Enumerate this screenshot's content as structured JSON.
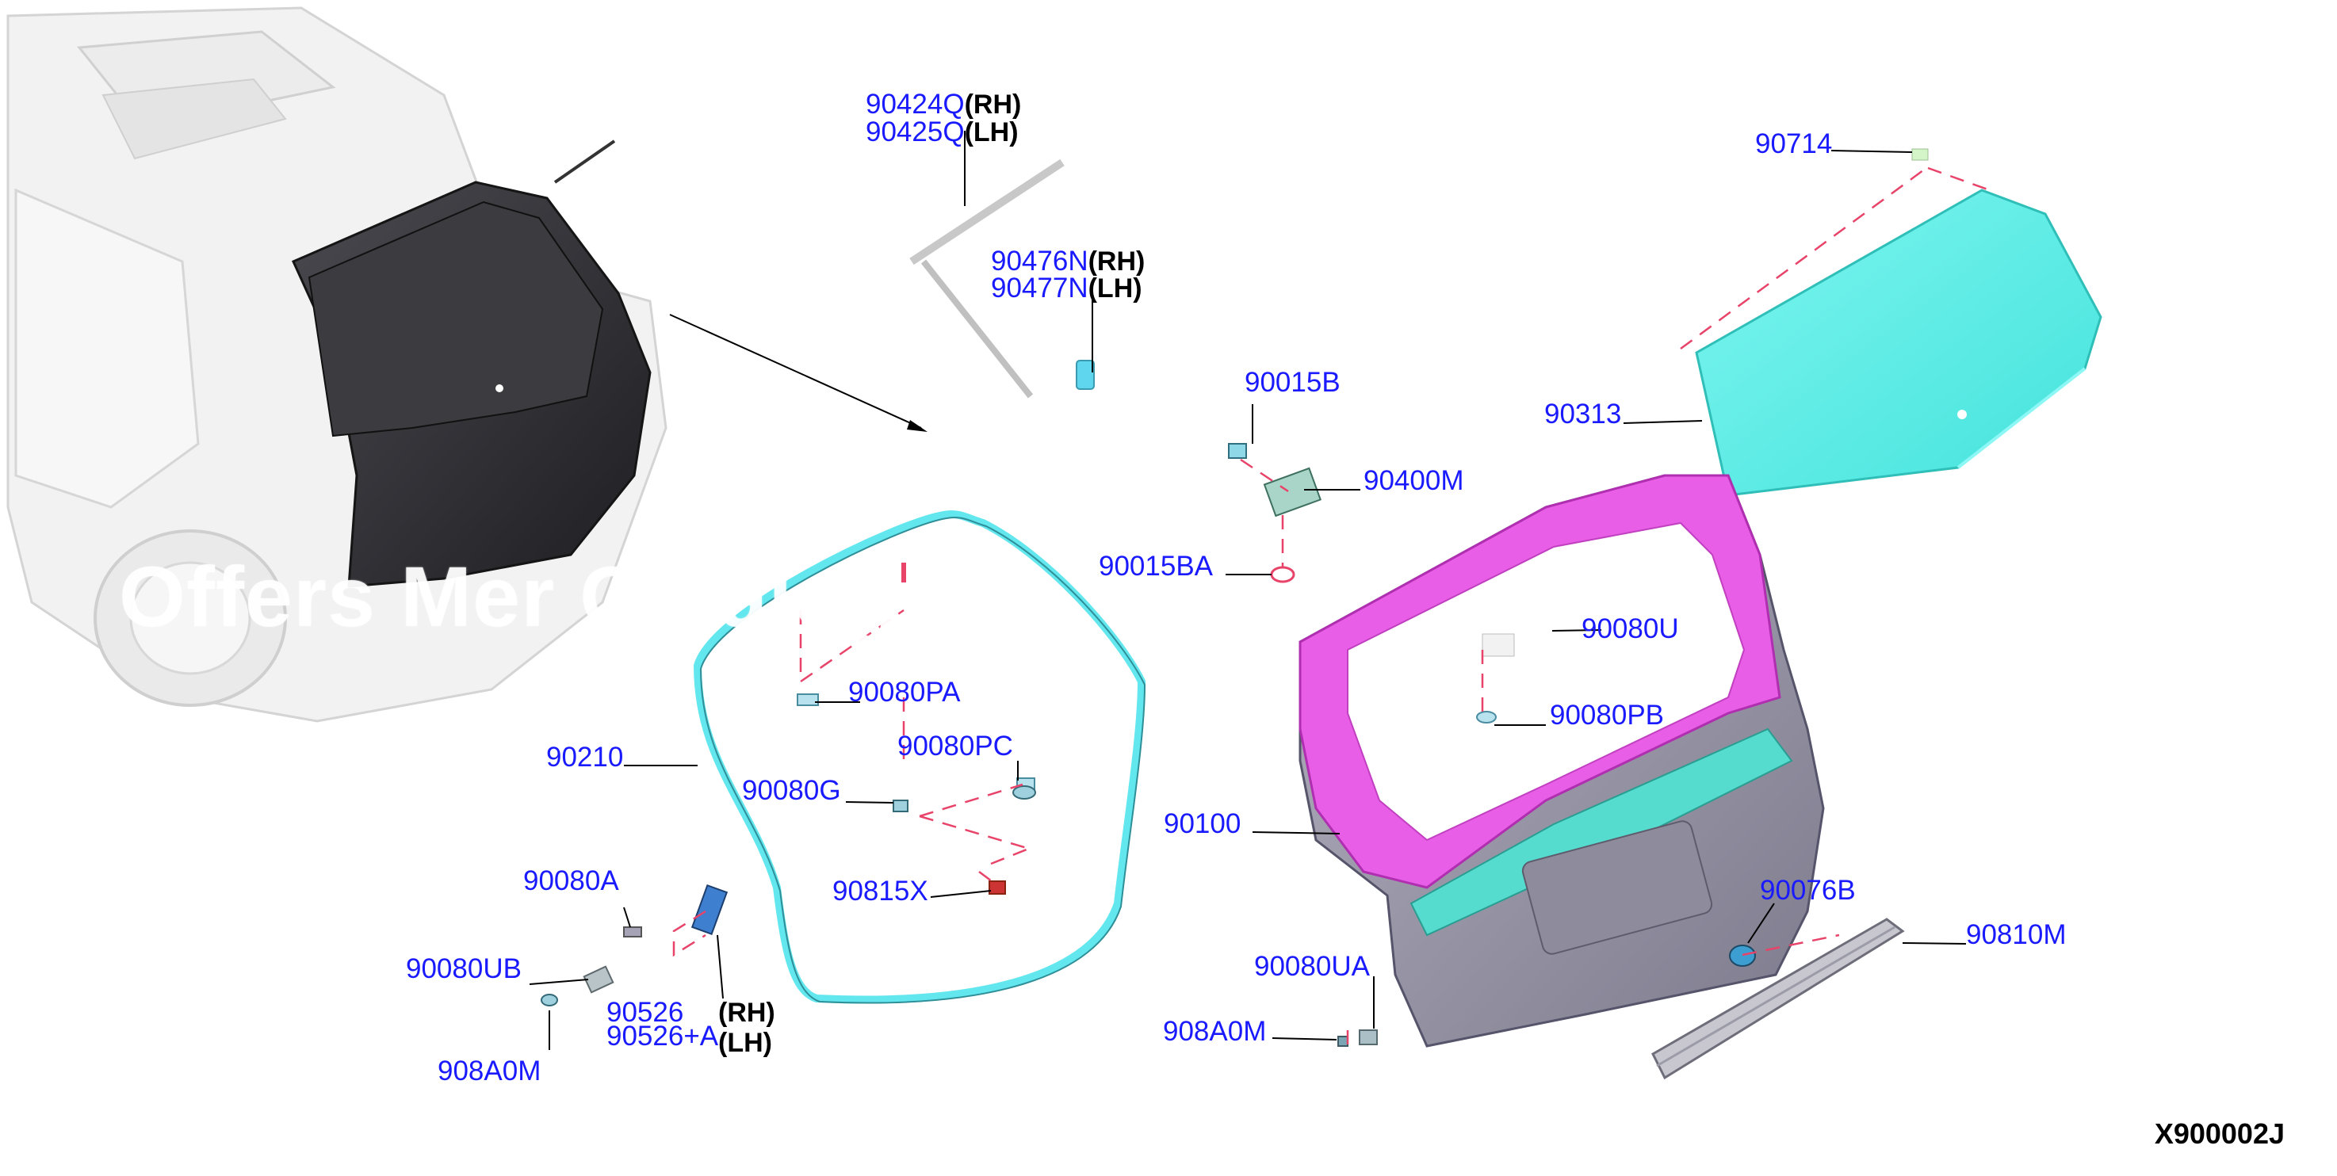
{
  "diagram": {
    "code": "X900002J",
    "watermark": "Offers Mer                  Catalog   Ar",
    "colors": {
      "label": "#1a1aff",
      "leader": "#000000",
      "dashed": "#e8446a",
      "glass": "#5ff0ea",
      "door_frame": "#e85ee6",
      "door_panel": "#9a98a8"
    },
    "parts": {
      "p90424Q": "90424Q",
      "p90425Q": "90425Q",
      "p90476N": "90476N",
      "p90477N": "90477N",
      "p90714": "90714",
      "p90313": "90313",
      "p90015B": "90015B",
      "p90400M": "90400M",
      "p90015BA": "90015BA",
      "p90080U": "90080U",
      "p90080PB": "90080PB",
      "p90080PA": "90080PA",
      "p90080PC": "90080PC",
      "p90080G": "90080G",
      "p90210": "90210",
      "p90815X": "90815X",
      "p90100": "90100",
      "p90080A": "90080A",
      "p90080UB": "90080UB",
      "p90526": "90526",
      "p90526A": "90526+A",
      "p908A0M_left": "908A0M",
      "p90080UA": "90080UA",
      "p908A0M_right": "908A0M",
      "p90076B": "90076B",
      "p90810M": "90810M"
    },
    "sides": {
      "rh": "(RH)",
      "lh": "(LH)"
    }
  }
}
